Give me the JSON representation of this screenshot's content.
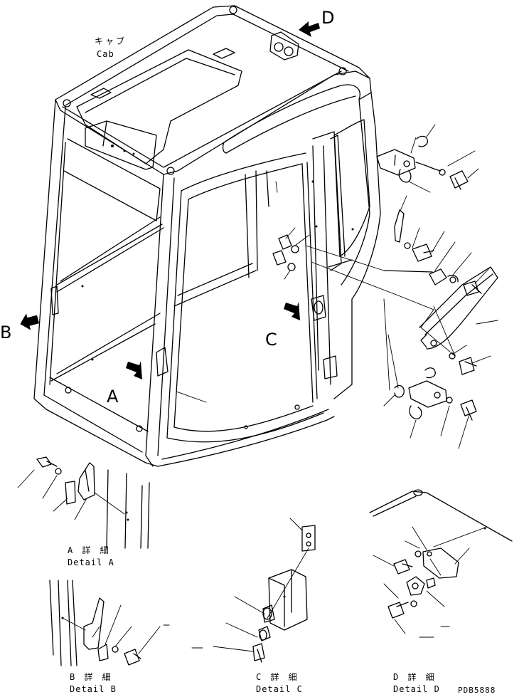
{
  "cab": {
    "label_jp": "キャブ",
    "label_en": "Cab"
  },
  "views": {
    "A": "A",
    "B": "B",
    "C": "C",
    "D": "D"
  },
  "details": {
    "A": {
      "jp": "A 詳 細",
      "en": "Detail A"
    },
    "B": {
      "jp": "B 詳 細",
      "en": "Detail B"
    },
    "C": {
      "jp": "C 詳 細",
      "en": "Detail C"
    },
    "D": {
      "jp": "D 詳 細",
      "en": "Detail D"
    }
  },
  "drawing_number": "PDB5888"
}
